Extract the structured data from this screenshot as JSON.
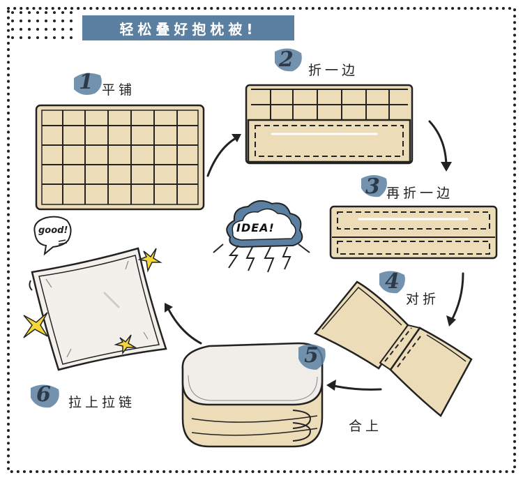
{
  "title": "轻松叠好抱枕被!",
  "bubble": "good!",
  "idea": "IDEA!",
  "steps": [
    {
      "num": "1",
      "label": "平铺"
    },
    {
      "num": "2",
      "label": "折一边"
    },
    {
      "num": "3",
      "label": "再折一边"
    },
    {
      "num": "4",
      "label": "对折"
    },
    {
      "num": "5",
      "label": "合上"
    },
    {
      "num": "6",
      "label": "拉上拉链"
    }
  ],
  "colors": {
    "accent": "#5a7fa0",
    "fabric": "#ecdcb8",
    "stroke": "#222222"
  }
}
